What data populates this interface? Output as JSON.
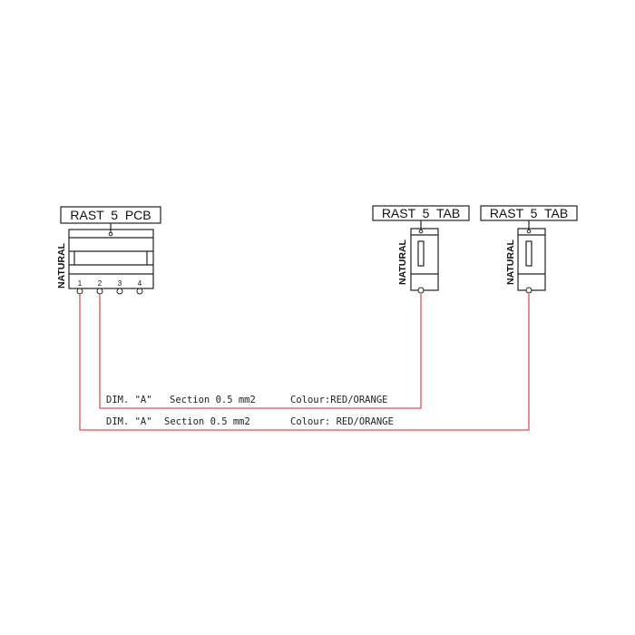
{
  "pcb_connector": {
    "label": "RAST  5  PCB",
    "material": "NATURAL",
    "pins": [
      "1",
      "2",
      "3",
      "4"
    ]
  },
  "tab_connector_1": {
    "label": "RAST  5  TAB",
    "material": "NATURAL"
  },
  "tab_connector_2": {
    "label": "RAST  5  TAB",
    "material": "NATURAL"
  },
  "wire_1": {
    "dim": "DIM. \"A\"",
    "section": "Section 0.5 mm2",
    "colour": "Colour:RED/ORANGE"
  },
  "wire_2": {
    "dim": "DIM. \"A\"",
    "section": "Section 0.5 mm2",
    "colour": "Colour: RED/ORANGE"
  },
  "colors": {
    "wire": "#e05050",
    "line": "#222222"
  }
}
